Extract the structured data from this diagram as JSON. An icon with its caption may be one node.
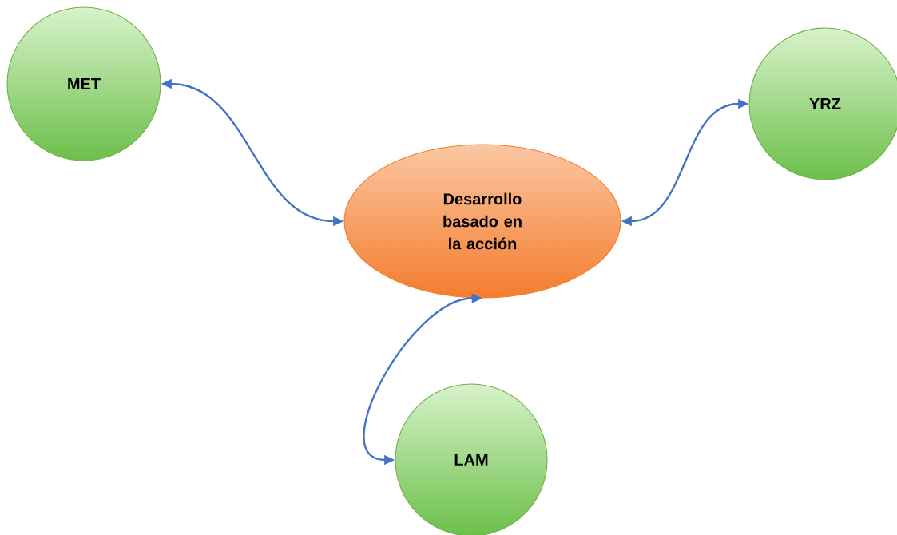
{
  "diagram": {
    "nodes": [
      {
        "text": [
          "MET"
        ]
      },
      {
        "text": [
          "YRZ"
        ]
      },
      {
        "text": [
          "Desarrollo basado en la acción"
        ]
      },
      {
        "text": [
          "LAM"
        ]
      }
    ],
    "edges": [
      {
        "from": 0,
        "to": 2,
        "arrow": "both"
      },
      {
        "from": 2,
        "to": 1,
        "arrow": "both"
      },
      {
        "from": 2,
        "to": 3,
        "arrow": "both"
      }
    ]
  }
}
